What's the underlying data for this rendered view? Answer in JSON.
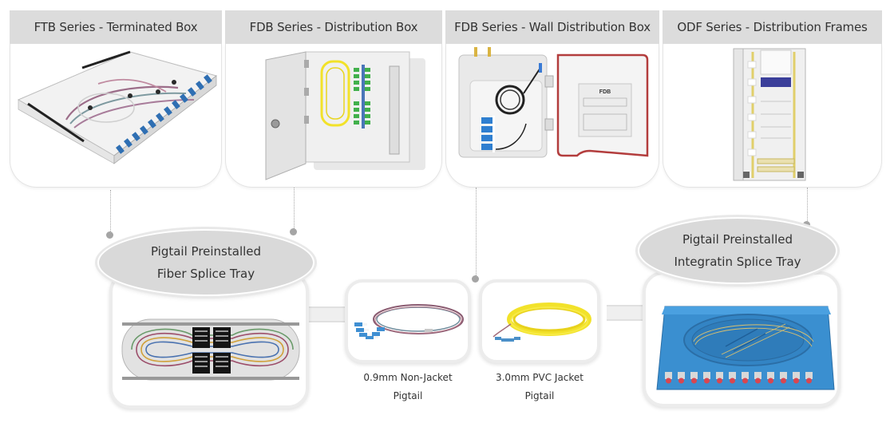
{
  "categories": [
    {
      "title": "FTB Series - Terminated Box",
      "image": "rack-mount-terminal-box-photo"
    },
    {
      "title": "FDB Series - Distribution Box",
      "image": "wall-distribution-box-open-door-photo"
    },
    {
      "title": "FDB Series - Wall Distribution Box",
      "image": "outdoor-fdb-box-open-photo",
      "label_on_lid": "FDB"
    },
    {
      "title": "ODF Series - Distribution Frames",
      "image": "odf-rack-cabinet-photo"
    }
  ],
  "splice_trays": [
    {
      "line1": "Pigtail Preinstalled",
      "line2": "Fiber Splice Tray",
      "image": "fiber-splice-tray-photo"
    },
    {
      "line1": "Pigtail Preinstalled",
      "line2": "Integratin Splice Tray",
      "image": "blue-integrated-splice-tray-photo"
    }
  ],
  "pigtails": [
    {
      "line1": "0.9mm Non-Jacket",
      "line2": "Pigtail",
      "image": "non-jacket-pigtail-bundle-photo"
    },
    {
      "line1": "3.0mm PVC Jacket",
      "line2": "Pigtail",
      "image": "yellow-pvc-jacket-pigtail-photo"
    }
  ],
  "colors": {
    "tab_bg": "#dcdcdc",
    "ellipse_bg": "#d9d9d9",
    "connector_dot": "#a5a5a5",
    "adapter_blue": "#2f6fb3",
    "fiber_yellow": "#f2e22a",
    "tray_blue": "#3a8fd0",
    "sc_apc_green": "#41b04b"
  }
}
